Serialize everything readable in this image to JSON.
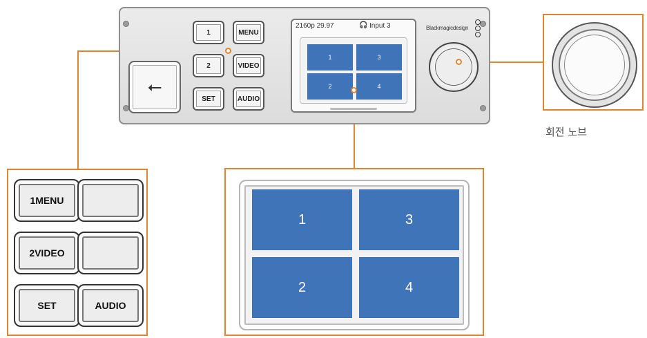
{
  "device": {
    "buttons": [
      {
        "id": "1",
        "label": "1"
      },
      {
        "id": "menu",
        "label": "MENU"
      },
      {
        "id": "2",
        "label": "2"
      },
      {
        "id": "video",
        "label": "VIDEO"
      },
      {
        "id": "set",
        "label": "SET"
      },
      {
        "id": "audio",
        "label": "AUDIO"
      }
    ],
    "usb_icon": "usb-icon",
    "screen": {
      "format": "2160p 29.97",
      "headphone_icon": "headphones-icon",
      "input": "Input 3",
      "quadrants": [
        "1",
        "3",
        "2",
        "4"
      ]
    },
    "brand": "Blackmagicdesign"
  },
  "buttons_callout": {
    "labels": [
      "1MENU",
      "",
      "2VIDEO",
      "",
      "SET",
      "AUDIO"
    ]
  },
  "screen_callout": {
    "quadrants": [
      "1",
      "3",
      "2",
      "4"
    ]
  },
  "knob_callout": {
    "caption": "회전 노브"
  },
  "colors": {
    "callout": "#e2832e",
    "quadrant": "#3f74b8"
  }
}
